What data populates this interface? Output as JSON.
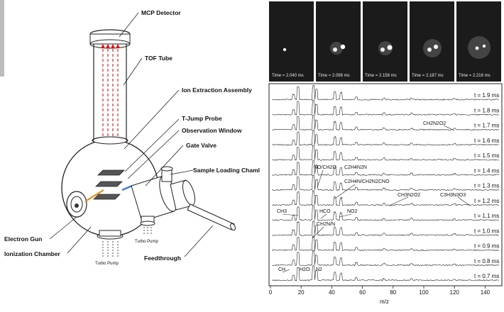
{
  "apparatus": {
    "labels": {
      "mcp_detector": "MCP Detector",
      "tof_tube": "TOF Tube",
      "ion_extraction": "Ion Extraction Assembly",
      "tjump_probe": "T-Jump Probe",
      "observation_window": "Observation Window",
      "gate_valve": "Gate Valve",
      "sample_loading": "Sample Loading Chaml",
      "electron_gun": "Electron Gun",
      "ionization_chamber": "Ionization Chamber",
      "turbo_pump_right": "Turbo Pump",
      "turbo_pump_bottom": "Turbo Pump",
      "feedthrough": "Feedthrough"
    }
  },
  "photos": [
    {
      "time": "Time = 2.040 ms"
    },
    {
      "time": "Time = 2.098 ms"
    },
    {
      "time": "Time = 2.158 ms"
    },
    {
      "time": "Time = 2.187 ms"
    },
    {
      "time": "Time = 2.216 ms"
    }
  ],
  "chart_data": {
    "type": "line",
    "xlabel": "m/z",
    "xlim": [
      0,
      150
    ],
    "x_ticks": [
      0,
      20,
      40,
      60,
      80,
      100,
      120,
      140
    ],
    "series": [
      {
        "name": "t = 1.9 ms"
      },
      {
        "name": "t = 1.8 ms"
      },
      {
        "name": "t = 1.7 ms"
      },
      {
        "name": "t = 1.6 ms"
      },
      {
        "name": "t = 1.5 ms"
      },
      {
        "name": "t = 1.4 ms"
      },
      {
        "name": "t = 1.3 ms"
      },
      {
        "name": "t = 1.2 ms"
      },
      {
        "name": "t = 1.1 ms"
      },
      {
        "name": "t = 1.0 ms"
      },
      {
        "name": "t = 0.9 ms"
      },
      {
        "name": "t = 0.8 ms"
      },
      {
        "name": "t = 0.7 ms"
      }
    ],
    "peaks_mz": [
      15,
      18,
      28,
      30,
      42,
      46,
      56,
      74,
      92,
      120
    ],
    "annotations": {
      "ch2n2o2": "CH2N2O2",
      "no_ch2o": "NO/CH2O",
      "c2h4n2n": "C2H4N2N",
      "c2h4n_ch2n": "C2H4N/CH2N2CNO",
      "ch3n2o2": "CH3N2O2",
      "c3h3n3o3": "C3H3N3O3",
      "ch3": "CH3",
      "hco": "HCO",
      "no2": "NO2",
      "ch2n_n": "CH2N/N",
      "ch": "CH",
      "h2o": "H2O",
      "n2": "N2"
    }
  }
}
